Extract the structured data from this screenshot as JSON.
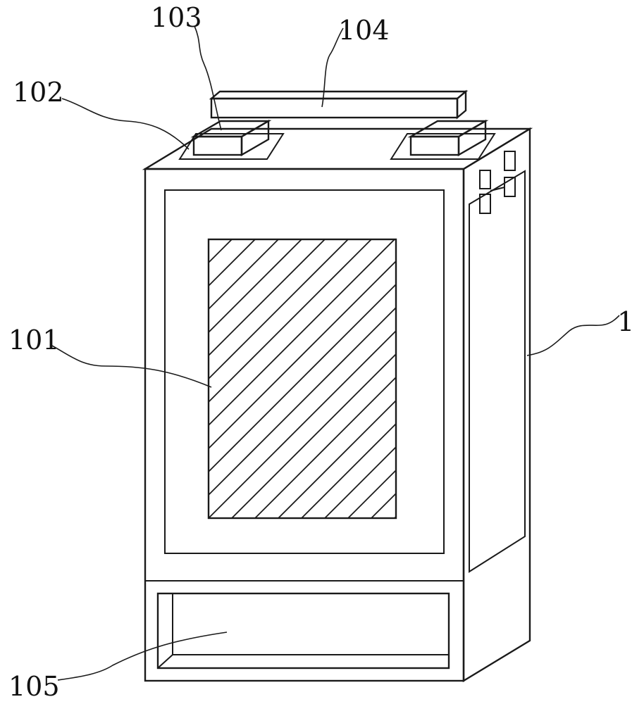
{
  "labels": {
    "main_body": "1",
    "window": "101",
    "base_plate": "102",
    "support_block": "103",
    "handle": "104",
    "drawer": "105"
  }
}
